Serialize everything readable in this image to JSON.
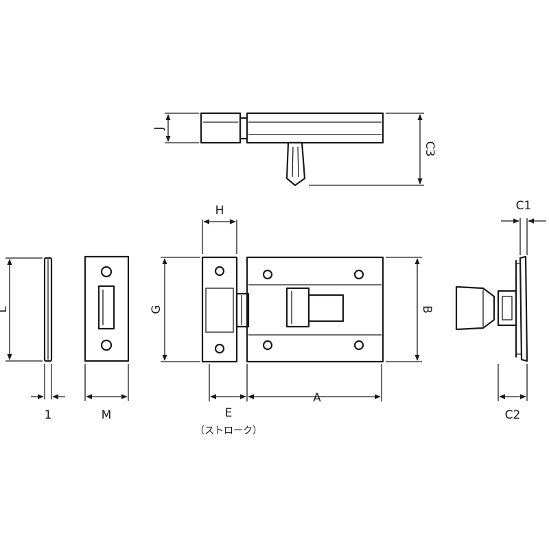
{
  "dimensions": {
    "J": "J",
    "C3": "C3",
    "H": "H",
    "C1": "C1",
    "L": "L",
    "G": "G",
    "B": "B",
    "one": "1",
    "M": "M",
    "E": "E",
    "stroke_note": "（ストローク）",
    "A": "A",
    "C2": "C2"
  }
}
